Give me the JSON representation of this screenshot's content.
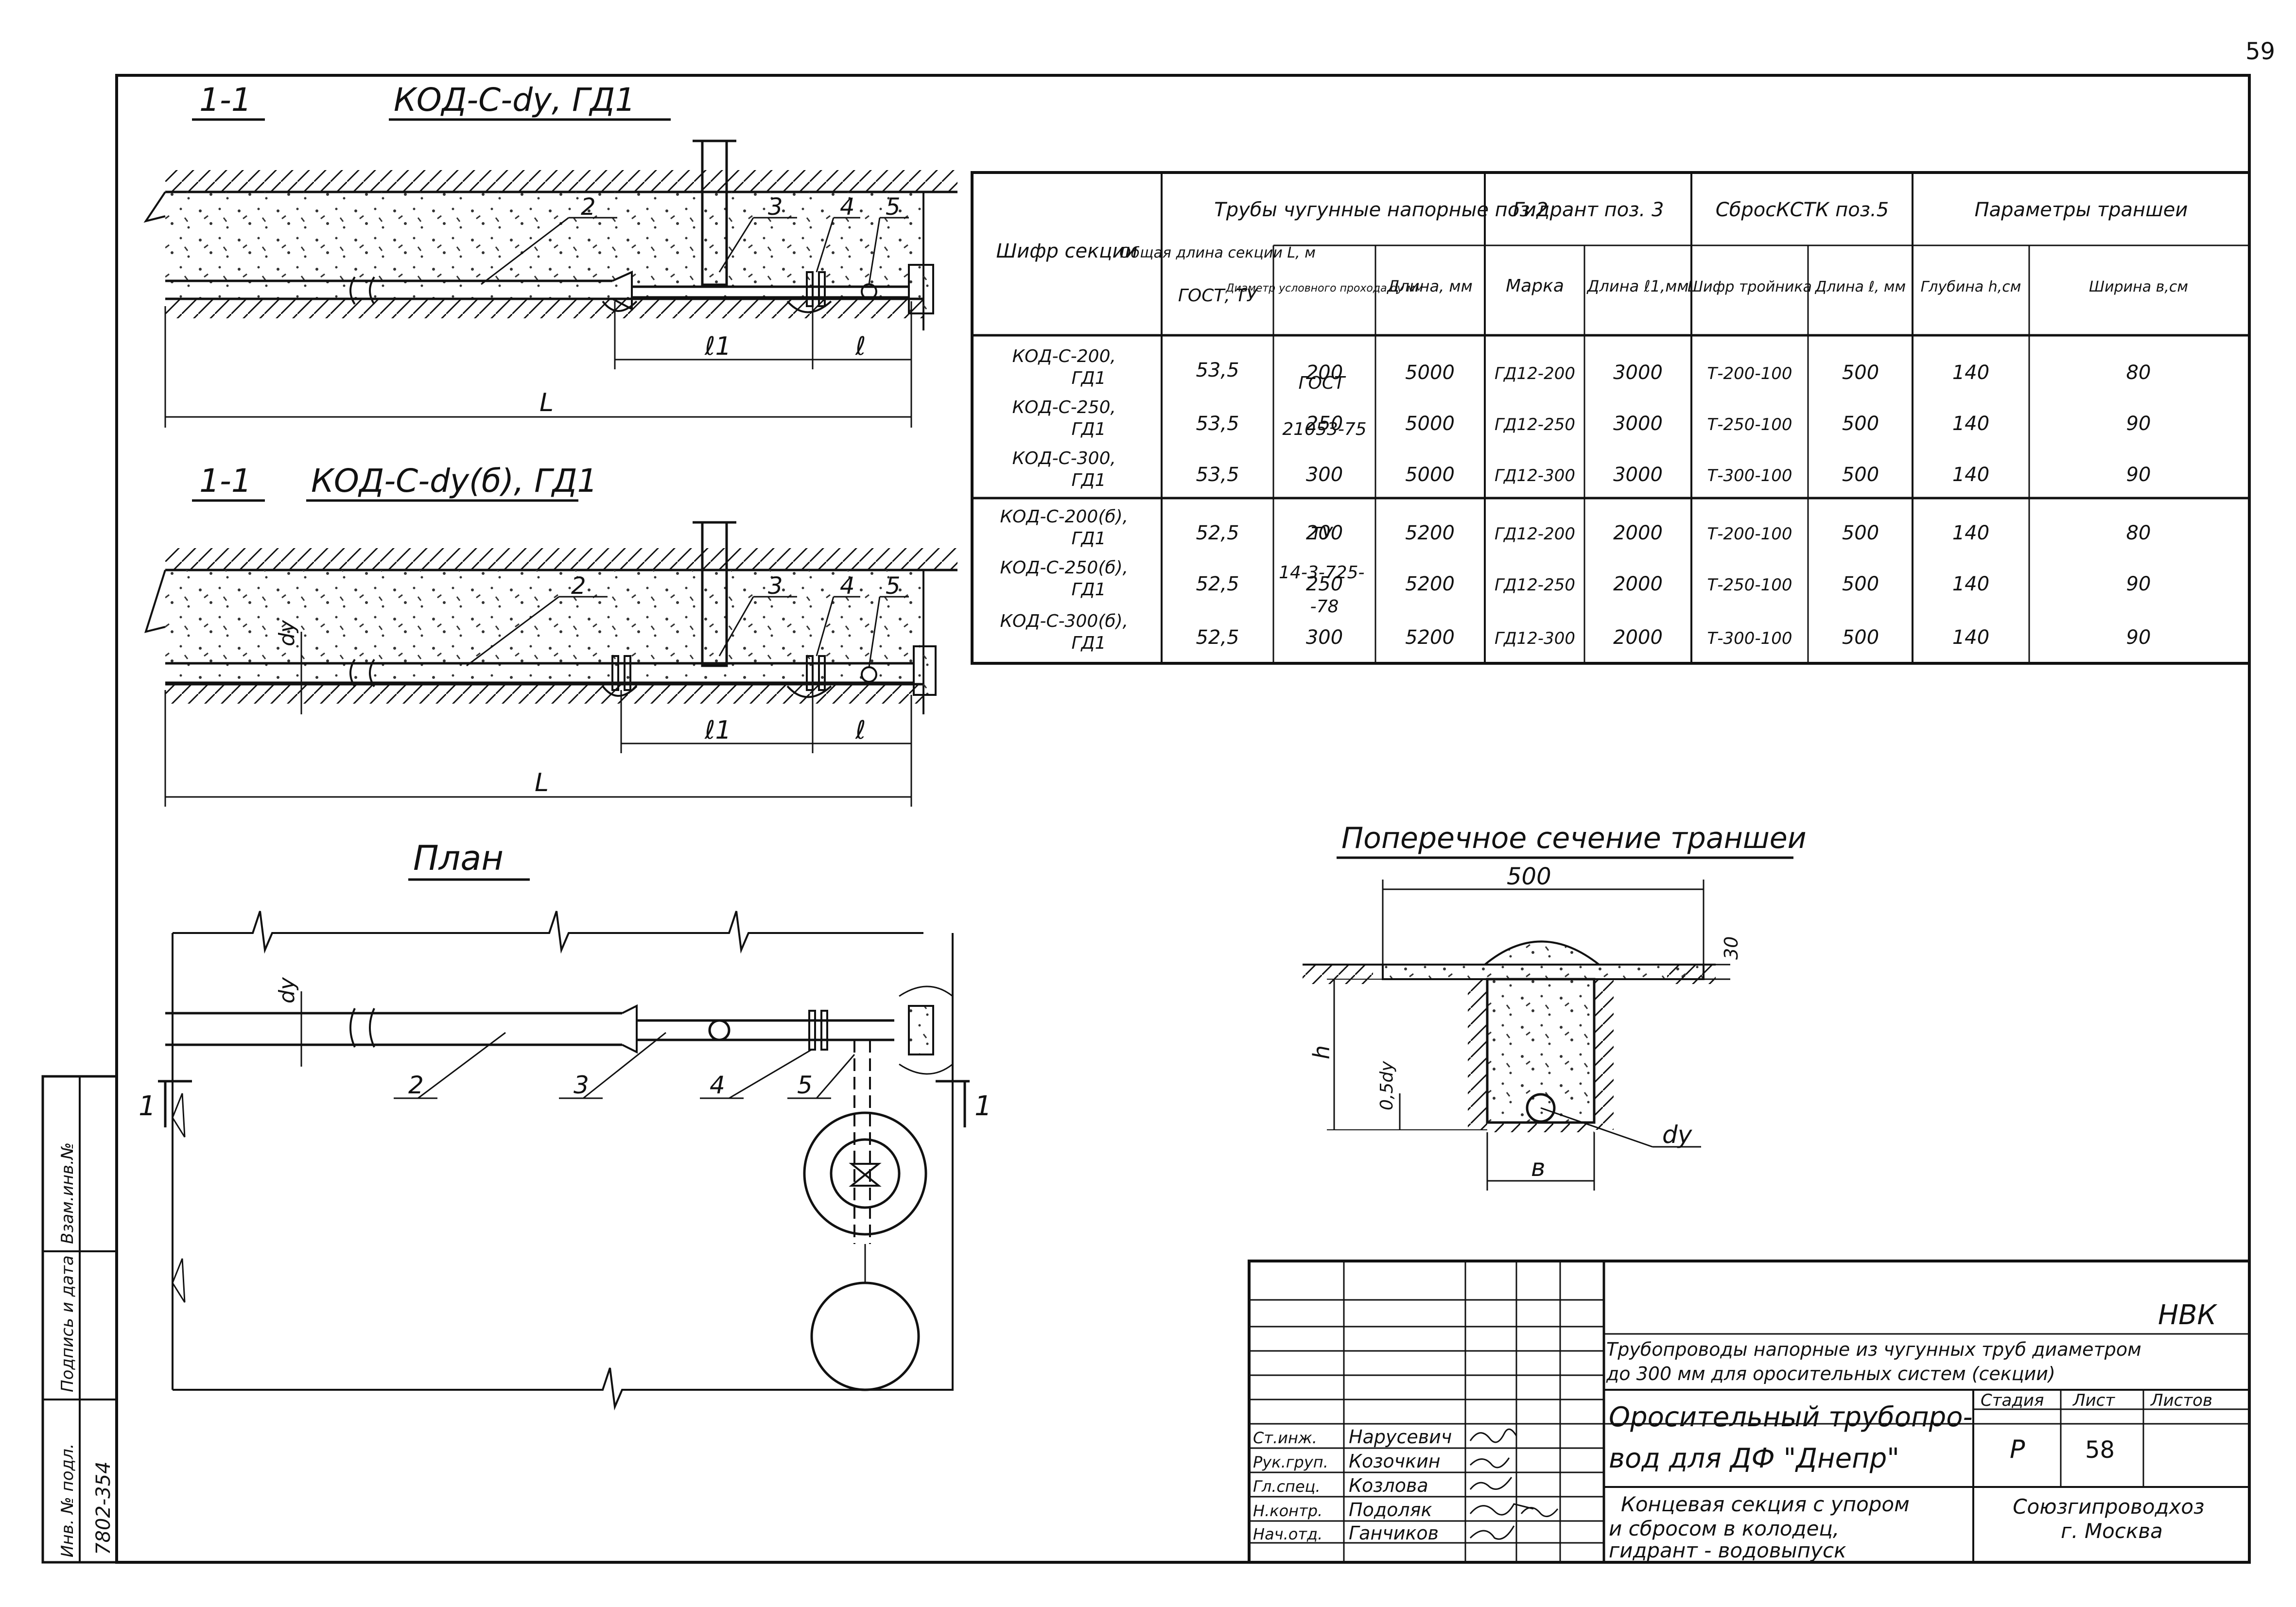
{
  "page": {
    "number": "59"
  },
  "section_top": {
    "marker": "1-1",
    "title": "КОД-С-dу, ГД1",
    "pos": [
      "2",
      "3",
      "4",
      "5"
    ],
    "dims": [
      "ℓ1",
      "ℓ",
      "L"
    ]
  },
  "section_bottom": {
    "marker": "1-1",
    "title": "КОД-С-dу(б), ГД1",
    "pos": [
      "2",
      "3",
      "4",
      "5"
    ],
    "dims": [
      "ℓ1",
      "ℓ",
      "L"
    ],
    "dy": "dу"
  },
  "plan": {
    "title": "План",
    "dy": "dу",
    "pos": [
      "2",
      "3",
      "4",
      "5"
    ],
    "cut": "1"
  },
  "table": {
    "headers": {
      "code": "Шифр секции",
      "total_length": "Общая длина секции L, м",
      "pipes": "Трубы чугунные напорные поз.2",
      "gost": "ГОСТ, ТУ",
      "diameter": "Диаметр условного прохода dу мм",
      "pipe_length": "Длина, мм",
      "hydrant": "Гидрант поз. 3",
      "brand": "Марка",
      "hydrant_length": "Длина ℓ1,мм",
      "drain": "СбросКСТК поз.5",
      "tee": "Шифр тройника",
      "drain_length": "Длина ℓ, мм",
      "params": "Параметры траншеи",
      "depth": "Глубина h,см",
      "width": "Ширина в,см"
    },
    "groups": [
      {
        "standard": [
          "ГОСТ",
          "21053-75"
        ],
        "rows": [
          {
            "code": [
              "КОД-С-200,",
              "ГД1"
            ],
            "L": "53,5",
            "dy": "200",
            "len": "5000",
            "brand": "ГД12-200",
            "l1": "3000",
            "tee": "Т-200-100",
            "l": "500",
            "h": "140",
            "b": "80"
          },
          {
            "code": [
              "КОД-С-250,",
              "ГД1"
            ],
            "L": "53,5",
            "dy": "250",
            "len": "5000",
            "brand": "ГД12-250",
            "l1": "3000",
            "tee": "Т-250-100",
            "l": "500",
            "h": "140",
            "b": "90"
          },
          {
            "code": [
              "КОД-С-300,",
              "ГД1"
            ],
            "L": "53,5",
            "dy": "300",
            "len": "5000",
            "brand": "ГД12-300",
            "l1": "3000",
            "tee": "Т-300-100",
            "l": "500",
            "h": "140",
            "b": "90"
          }
        ]
      },
      {
        "standard": [
          "ТУ",
          "14-3-725-",
          "-78"
        ],
        "rows": [
          {
            "code": [
              "КОД-С-200(б),",
              "ГД1"
            ],
            "L": "52,5",
            "dy": "200",
            "len": "5200",
            "brand": "ГД12-200",
            "l1": "2000",
            "tee": "Т-200-100",
            "l": "500",
            "h": "140",
            "b": "80"
          },
          {
            "code": [
              "КОД-С-250(б),",
              "ГД1"
            ],
            "L": "52,5",
            "dy": "250",
            "len": "5200",
            "brand": "ГД12-250",
            "l1": "2000",
            "tee": "Т-250-100",
            "l": "500",
            "h": "140",
            "b": "90"
          },
          {
            "code": [
              "КОД-С-300(б),",
              "ГД1"
            ],
            "L": "52,5",
            "dy": "300",
            "len": "5200",
            "brand": "ГД12-300",
            "l1": "2000",
            "tee": "Т-300-100",
            "l": "500",
            "h": "140",
            "b": "90"
          }
        ]
      }
    ]
  },
  "trench": {
    "title": "Поперечное сечение траншеи",
    "width": "500",
    "cover": "30",
    "h": "h",
    "half_dy": "0,5dу",
    "dy": "dу",
    "b": "в"
  },
  "title_block": {
    "project_code": "НВК",
    "project_title": [
      "Трубопроводы напорные из чугунных труб диаметром",
      "до 300 мм для оросительных систем (секции)"
    ],
    "sheet_title": [
      "Оросительный трубопро-",
      "вод для ДФ \"Днепр\""
    ],
    "description": [
      "Концевая секция с упором",
      "и сбросом в колодец,",
      "гидрант - водовыпуск"
    ],
    "stage_label": "Стадия",
    "sheet_label": "Лист",
    "sheets_label": "Листов",
    "stage": "Р",
    "sheet": "58",
    "organization": [
      "Союзгипроводхоз",
      "г. Москва"
    ],
    "staff": [
      {
        "role": "Ст.инж.",
        "name": "Нарусевич"
      },
      {
        "role": "Рук.груп.",
        "name": "Козочкин"
      },
      {
        "role": "Гл.спец.",
        "name": "Козлова"
      },
      {
        "role": "Н.контр.",
        "name": "Подоляк"
      },
      {
        "role": "Нач.отд.",
        "name": "Ганчиков"
      }
    ]
  },
  "side_stamp": {
    "labels": [
      "Инв. № подл.",
      "Подпись и дата",
      "Взам.инв.№"
    ],
    "inv": "7802-354"
  }
}
